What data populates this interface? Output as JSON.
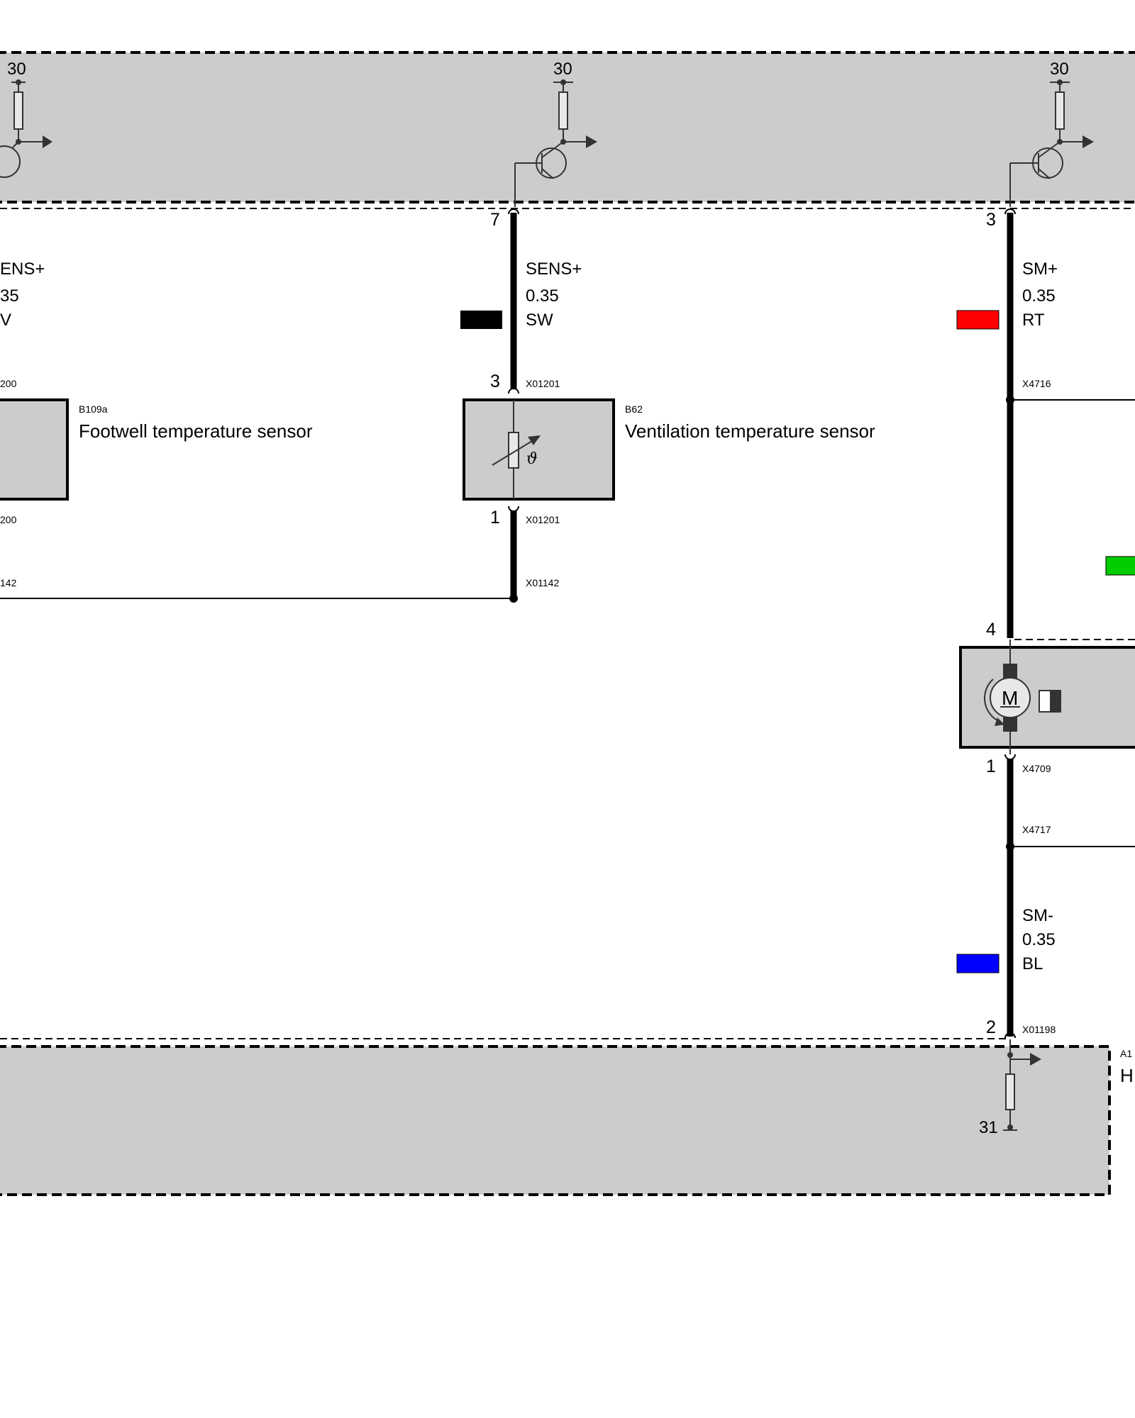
{
  "control_unit_top": {
    "supply_labels": [
      "30",
      "30",
      "30"
    ]
  },
  "left_sensor": {
    "signal_lines": [
      "ENS+",
      "35",
      "V"
    ],
    "connector_top": "200",
    "connector_bottom": "200",
    "ground_connector": "142",
    "component_id": "B109a",
    "component_name": "Footwell temperature sensor"
  },
  "vent_sensor": {
    "ecu_pin": "7",
    "signal_name": "SENS+",
    "wire_size": "0.35",
    "wire_color_code": "SW",
    "wire_color": "#000000",
    "pin_top": "3",
    "connector_top": "X01201",
    "pin_bottom": "1",
    "connector_bottom": "X01201",
    "ground_connector": "X01142",
    "component_id": "B62",
    "component_name": "Ventilation temperature sensor",
    "symbol_glyph": "ϑ"
  },
  "motor_circuit": {
    "ecu_pin": "3",
    "plus_signal": "SM+",
    "plus_size": "0.35",
    "plus_color_code": "RT",
    "plus_color": "#ff0000",
    "splice_top": "X4716",
    "side_wire_color": "#00cc00",
    "motor_pin_top": "4",
    "motor_glyph": "M",
    "motor_pin_bottom": "1",
    "motor_connector_bottom": "X4709",
    "splice_bottom": "X4717",
    "minus_signal": "SM-",
    "minus_size": "0.35",
    "minus_color_code": "BL",
    "minus_color": "#0000ff",
    "ecu_pin_bottom": "2",
    "connector_bottom": "X01198",
    "ground_label": "31"
  },
  "control_unit_bottom": {
    "id_fragment": "A1",
    "name_fragment": "H"
  },
  "colors": {
    "module_fill": "#cccccc",
    "wire": "#000000"
  }
}
